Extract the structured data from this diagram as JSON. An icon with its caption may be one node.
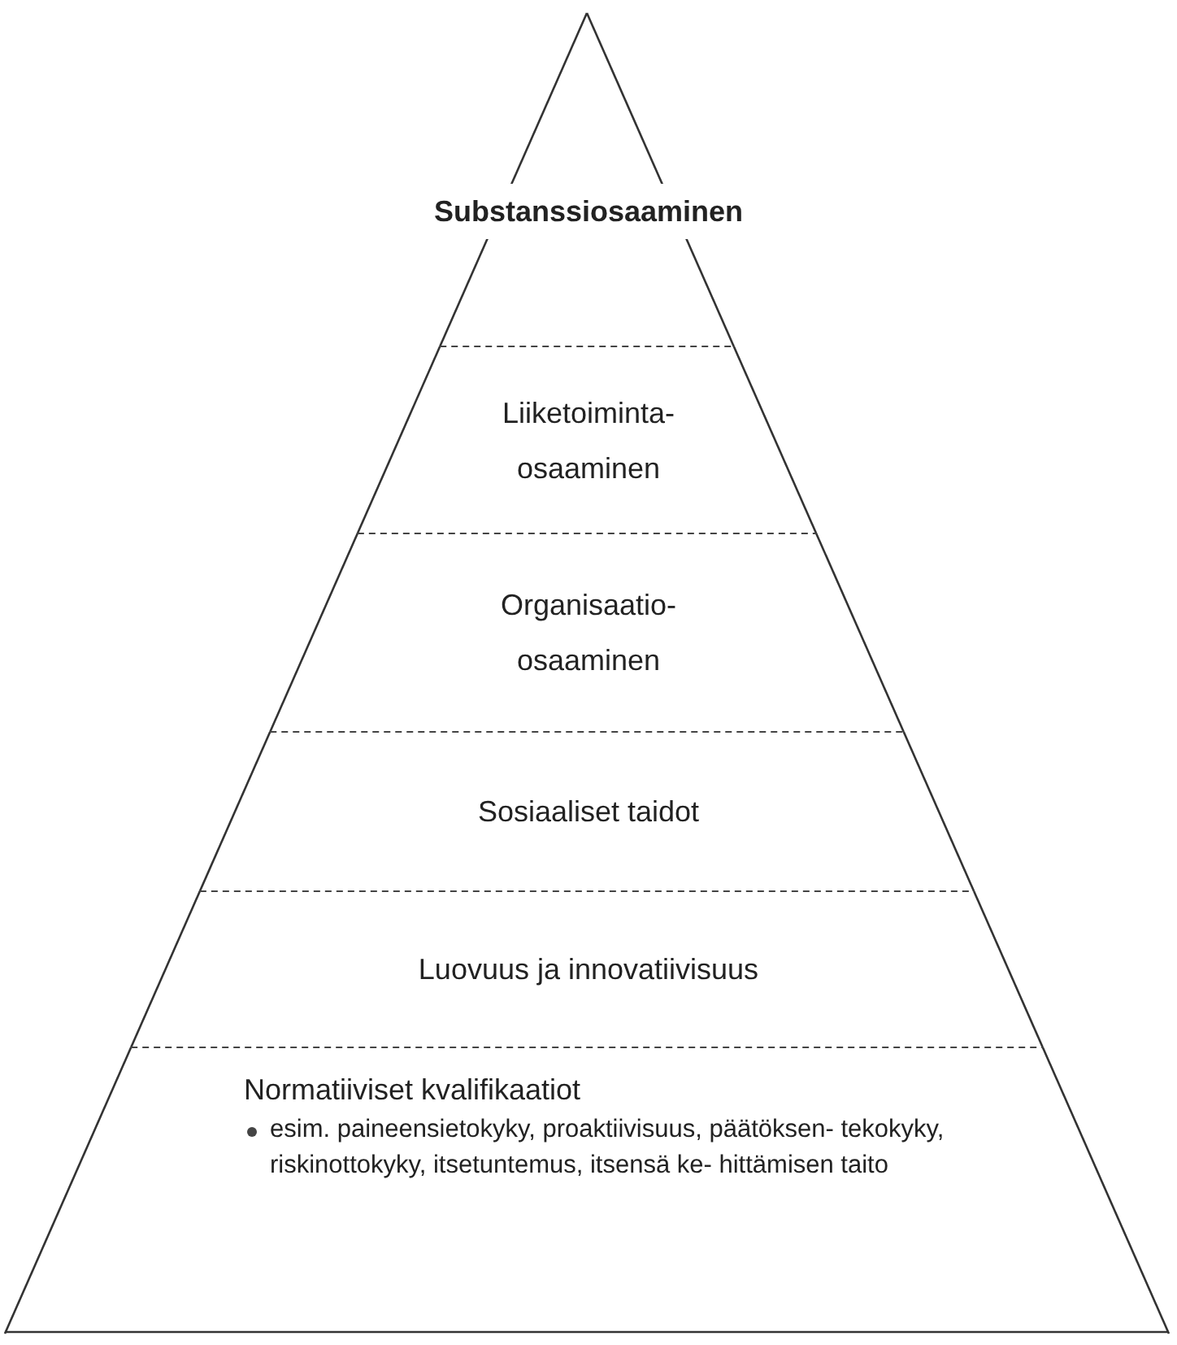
{
  "diagram": {
    "nodes": [
      {
        "text": [
          "Substanssiosaaminen"
        ]
      },
      {
        "text": [
          "Liiketoiminta- osaaminen"
        ]
      },
      {
        "text": [
          "Organisaatio- osaaminen"
        ]
      },
      {
        "text": [
          "Sosiaaliset taidot"
        ]
      },
      {
        "text": [
          "Luovuus ja innovatiivisuus"
        ]
      },
      {
        "text": [
          "Normatiiviset kvalifikaatiot",
          "esim. paineensietokyky, proaktiivisuus, päätöksen- tekokyky, riskinottokyky, itsetuntemus, itsensä ke- hittämisen taito"
        ]
      }
    ]
  }
}
